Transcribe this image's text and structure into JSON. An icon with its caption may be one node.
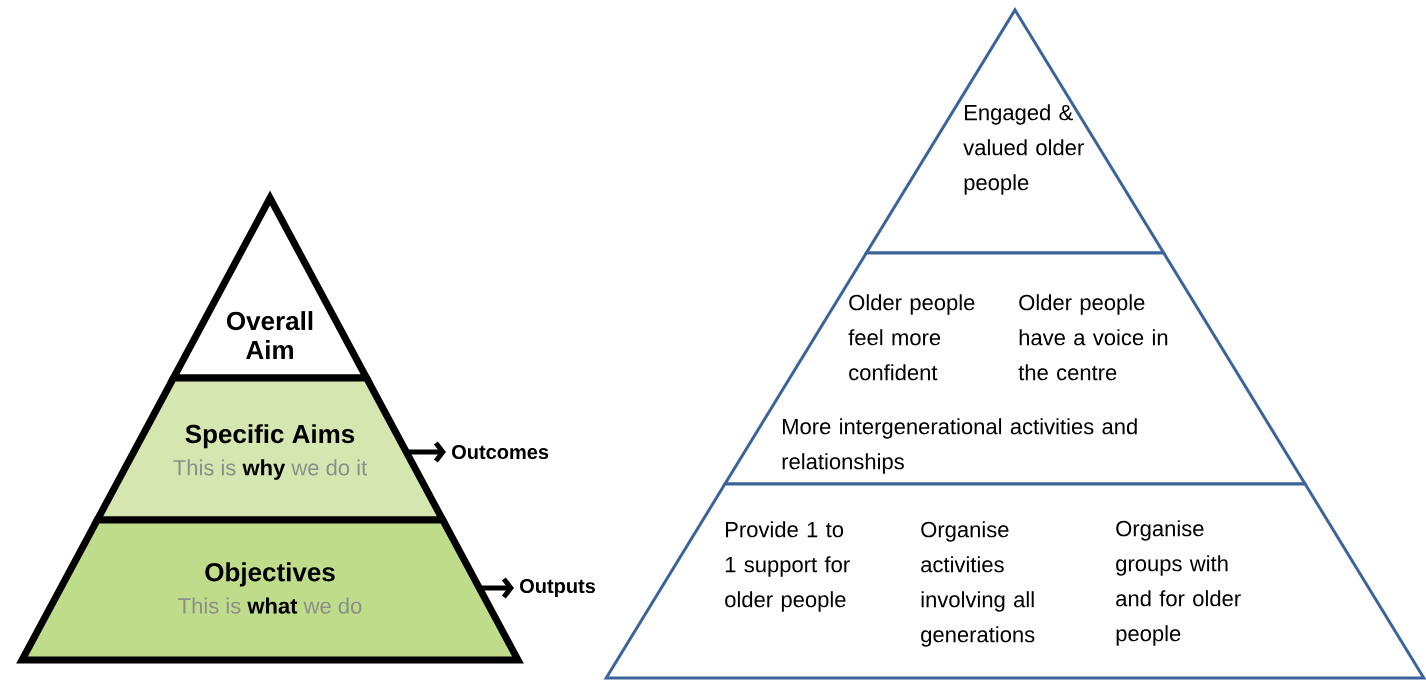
{
  "diagram": {
    "nodes": [
      {
        "text": [
          "Overall Aim"
        ]
      },
      {
        "text": [
          "Specific Aims",
          "This is **why** we do it"
        ]
      },
      {
        "text": [
          "Objectives",
          "This is **what** we do"
        ]
      },
      {
        "text": [
          "Outcomes"
        ]
      },
      {
        "text": [
          "Outputs"
        ]
      },
      {
        "text": [
          "Engaged & valued older people"
        ]
      },
      {
        "text": [
          "Older people feel more confident",
          "Older people have a voice in the centre",
          "More intergenerational activities and relationships"
        ]
      },
      {
        "text": [
          "Provide 1 to 1 support for older people",
          "Organise activities involving all generations",
          "Organise groups with and for older people"
        ]
      }
    ],
    "edges": [
      {
        "from": 1,
        "to": 3,
        "arrow": "to"
      },
      {
        "from": 2,
        "to": 4,
        "arrow": "to"
      }
    ]
  }
}
